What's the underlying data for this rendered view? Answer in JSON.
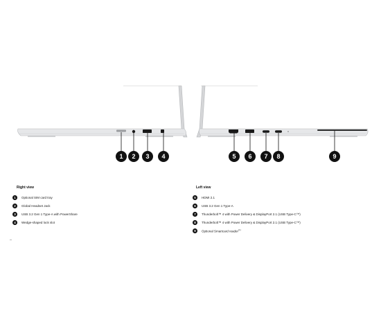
{
  "right_view": {
    "heading": "Right view",
    "callouts": [
      "1",
      "2",
      "3",
      "4"
    ],
    "items": [
      {
        "num": "1",
        "label": "Optional SIM card tray"
      },
      {
        "num": "2",
        "label": "Global Headset Jack"
      },
      {
        "num": "3",
        "label": "USB 3.2 Gen 1 Type-A with PowerShare"
      },
      {
        "num": "4",
        "label": "Wedge-shaped lock slot"
      }
    ]
  },
  "left_view": {
    "heading": "Left view",
    "callouts": [
      "5",
      "6",
      "7",
      "8",
      "9"
    ],
    "items": [
      {
        "num": "5",
        "label": "HDMI 2.1"
      },
      {
        "num": "6",
        "label": "USB 3.2 Gen 1 Type-A"
      },
      {
        "num": "7",
        "label": "Thunderbolt™ 4 with Power Delivery & DisplayPort 2.1 (USB Type-C™)"
      },
      {
        "num": "8",
        "label": "Thunderbolt™ 4 with Power Delivery & DisplayPort 2.1 (USB Type-C™)"
      },
      {
        "num": "9",
        "label": "Optional Smartcard reader",
        "sup": "(1)"
      }
    ]
  },
  "colors": {
    "chassis": "#e4e5e7",
    "chassis_edge": "#b9bbbe",
    "port": "#1a1a1a",
    "callout": "#111111"
  }
}
